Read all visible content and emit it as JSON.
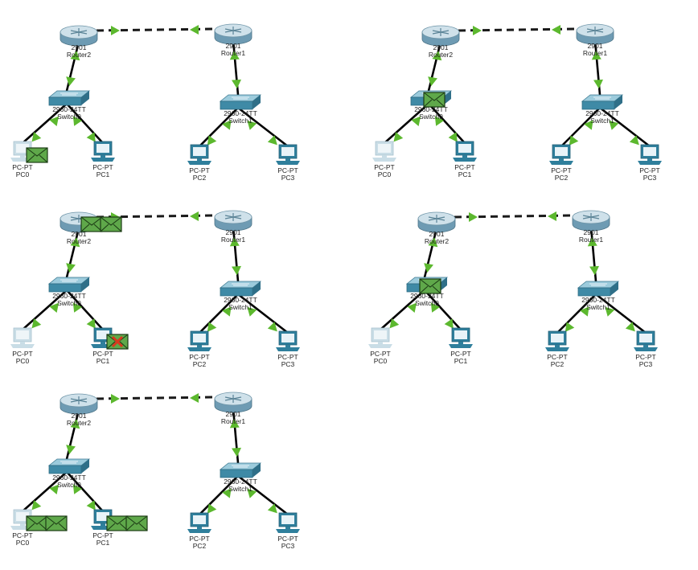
{
  "palette": {
    "link": "#000000",
    "wan_link": "#1a1a1a",
    "link_up_triangle": "#5cb82e",
    "router_body": "#6e9bb3",
    "router_top": "#cfe1ea",
    "switch_body": "#3f8aa6",
    "switch_top": "#9ccbdc",
    "pc_body": "#2f7f9c",
    "pc_faded": "#c9dde6",
    "envelope_fill": "#5fa84a",
    "envelope_stroke": "#1d3d16",
    "fail_mark": "#d9381e"
  },
  "icons": {
    "router": "router-icon",
    "switch": "switch-icon",
    "pc": "pc-icon",
    "pdu": "envelope-pdu-icon",
    "failed_pdu": "failed-x-icon",
    "link_status": "link-up-triangle-icon"
  },
  "panels": [
    {
      "id": "panel-1",
      "devices": {
        "router2": {
          "model": "2901",
          "name": "Router2"
        },
        "router1": {
          "model": "2901",
          "name": "Router1"
        },
        "switch0": {
          "model": "2960-24TT",
          "name": "Switch0"
        },
        "switch1": {
          "model": "2960-24TT",
          "name": "Switch1"
        },
        "pc0": {
          "model": "PC-PT",
          "name": "PC0",
          "faded": true
        },
        "pc1": {
          "model": "PC-PT",
          "name": "PC1",
          "faded": false
        },
        "pc2": {
          "model": "PC-PT",
          "name": "PC2",
          "faded": false
        },
        "pc3": {
          "model": "PC-PT",
          "name": "PC3",
          "faded": false
        }
      },
      "pdus": [
        {
          "at": "pc0",
          "count": 1,
          "failed": false
        }
      ]
    },
    {
      "id": "panel-2",
      "devices": {
        "router2": {
          "model": "2901",
          "name": "Router2"
        },
        "router1": {
          "model": "2901",
          "name": "Router1"
        },
        "switch0": {
          "model": "2960-24TT",
          "name": "Switch0"
        },
        "switch1": {
          "model": "2960-24TT",
          "name": "Switch1"
        },
        "pc0": {
          "model": "PC-PT",
          "name": "PC0",
          "faded": true
        },
        "pc1": {
          "model": "PC-PT",
          "name": "PC1",
          "faded": false
        },
        "pc2": {
          "model": "PC-PT",
          "name": "PC2",
          "faded": false
        },
        "pc3": {
          "model": "PC-PT",
          "name": "PC3",
          "faded": false
        }
      },
      "pdus": [
        {
          "at": "switch0",
          "count": 1,
          "failed": false
        }
      ]
    },
    {
      "id": "panel-3",
      "devices": {
        "router2": {
          "model": "2901",
          "name": "Router2"
        },
        "router1": {
          "model": "2901",
          "name": "Router1"
        },
        "switch0": {
          "model": "2960-24TT",
          "name": "Switch0"
        },
        "switch1": {
          "model": "2960-24TT",
          "name": "Switch1"
        },
        "pc0": {
          "model": "PC-PT",
          "name": "PC0",
          "faded": true
        },
        "pc1": {
          "model": "PC-PT",
          "name": "PC1",
          "faded": false
        },
        "pc2": {
          "model": "PC-PT",
          "name": "PC2",
          "faded": false
        },
        "pc3": {
          "model": "PC-PT",
          "name": "PC3",
          "faded": false
        }
      },
      "pdus": [
        {
          "at": "router2",
          "count": 2,
          "failed": false
        },
        {
          "at": "pc1",
          "count": 1,
          "failed": true
        }
      ]
    },
    {
      "id": "panel-4",
      "devices": {
        "router2": {
          "model": "2901",
          "name": "Router2"
        },
        "router1": {
          "model": "2901",
          "name": "Router1"
        },
        "switch0": {
          "model": "2960-24TT",
          "name": "Switch0"
        },
        "switch1": {
          "model": "2960-24TT",
          "name": "Switch1"
        },
        "pc0": {
          "model": "PC-PT",
          "name": "PC0",
          "faded": true
        },
        "pc1": {
          "model": "PC-PT",
          "name": "PC1",
          "faded": false
        },
        "pc2": {
          "model": "PC-PT",
          "name": "PC2",
          "faded": false
        },
        "pc3": {
          "model": "PC-PT",
          "name": "PC3",
          "faded": false
        }
      },
      "pdus": [
        {
          "at": "switch0",
          "count": 1,
          "failed": false
        }
      ]
    },
    {
      "id": "panel-5",
      "devices": {
        "router2": {
          "model": "2901",
          "name": "Router2"
        },
        "router1": {
          "model": "2901",
          "name": "Router1"
        },
        "switch0": {
          "model": "2960-24TT",
          "name": "Switch0"
        },
        "switch1": {
          "model": "2960-24TT",
          "name": "Switch1"
        },
        "pc0": {
          "model": "PC-PT",
          "name": "PC0",
          "faded": true
        },
        "pc1": {
          "model": "PC-PT",
          "name": "PC1",
          "faded": false
        },
        "pc2": {
          "model": "PC-PT",
          "name": "PC2",
          "faded": false
        },
        "pc3": {
          "model": "PC-PT",
          "name": "PC3",
          "faded": false
        }
      },
      "pdus": [
        {
          "at": "pc0",
          "count": 2,
          "failed": false
        },
        {
          "at": "pc1",
          "count": 2,
          "failed": false
        }
      ]
    }
  ]
}
